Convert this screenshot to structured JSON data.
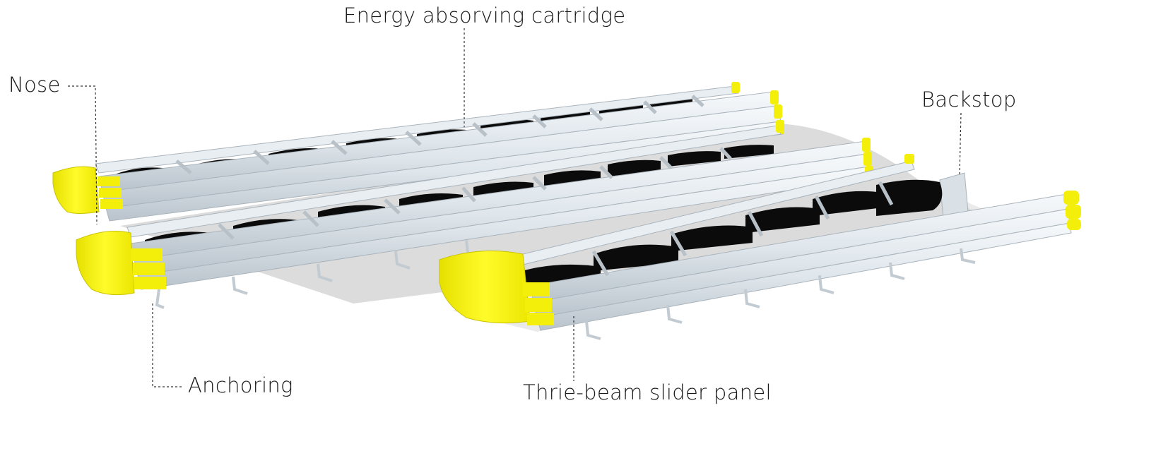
{
  "labels": {
    "energy": "Energy absorving cartridge",
    "nose": "Nose",
    "backstop": "Backstop",
    "anchoring": "Anchoring",
    "thrie": "Thrie-beam slider panel"
  },
  "colors": {
    "nose_yellow": "#f4ef0a",
    "rail_light": "#eef3f7",
    "rail_mid": "#d5dde4",
    "rail_dark": "#a9b3bb",
    "cartridge": "#0b0b0b",
    "shadow": "#cfcfcf",
    "leader": "#333333"
  },
  "units": [
    {
      "name": "unit-back",
      "cartridges": 9
    },
    {
      "name": "unit-middle",
      "cartridges": 9
    },
    {
      "name": "unit-front",
      "cartridges": 6
    }
  ]
}
